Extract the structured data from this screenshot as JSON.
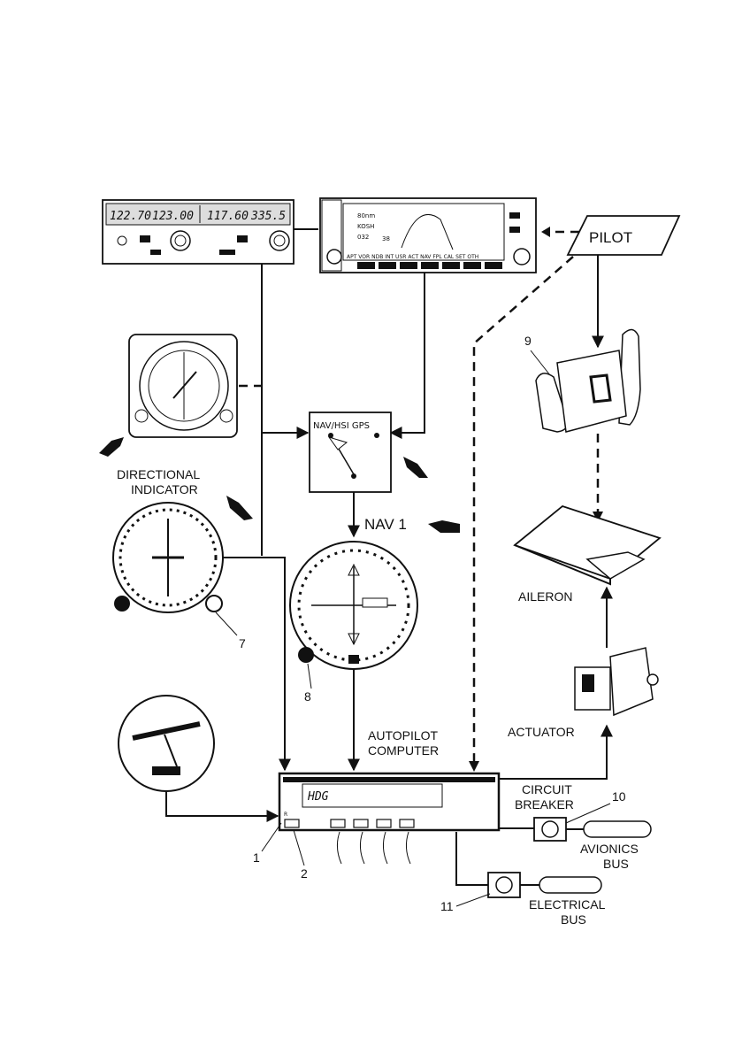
{
  "labels": {
    "pilot": "PILOT",
    "directional_indicator_1": "DIRECTIONAL",
    "directional_indicator_2": "INDICATOR",
    "nav1": "NAV 1",
    "nav_hsi_gps": "NAV/HSI GPS",
    "aileron": "AILERON",
    "actuator": "ACTUATOR",
    "autopilot_1": "AUTOPILOT",
    "autopilot_2": "COMPUTER",
    "circuit_1": "CIRCUIT",
    "circuit_2": "BREAKER",
    "avionics_1": "AVIONICS",
    "avionics_2": "BUS",
    "electrical_1": "ELECTRICAL",
    "electrical_2": "BUS"
  },
  "callouts": {
    "n1": "1",
    "n2": "2",
    "n7": "7",
    "n8": "8",
    "n9": "9",
    "n10": "10",
    "n11": "11"
  },
  "radio": {
    "com_active": "122.70",
    "com_standby": "123.00",
    "nav_active": "117.60",
    "nav_standby": "335.5"
  },
  "gps": {
    "dist": "80nm",
    "wpt": "KOSH",
    "trk": "032",
    "gs": "38",
    "softkeys": "APT VOR NDB INT USR ACT NAV FPL CAL SET OTH"
  },
  "autopilot": {
    "mode": "HDG",
    "indicator": "R"
  },
  "colors": {
    "ink": "#111111",
    "paper": "#ffffff",
    "panel": "#2a2a2a"
  }
}
